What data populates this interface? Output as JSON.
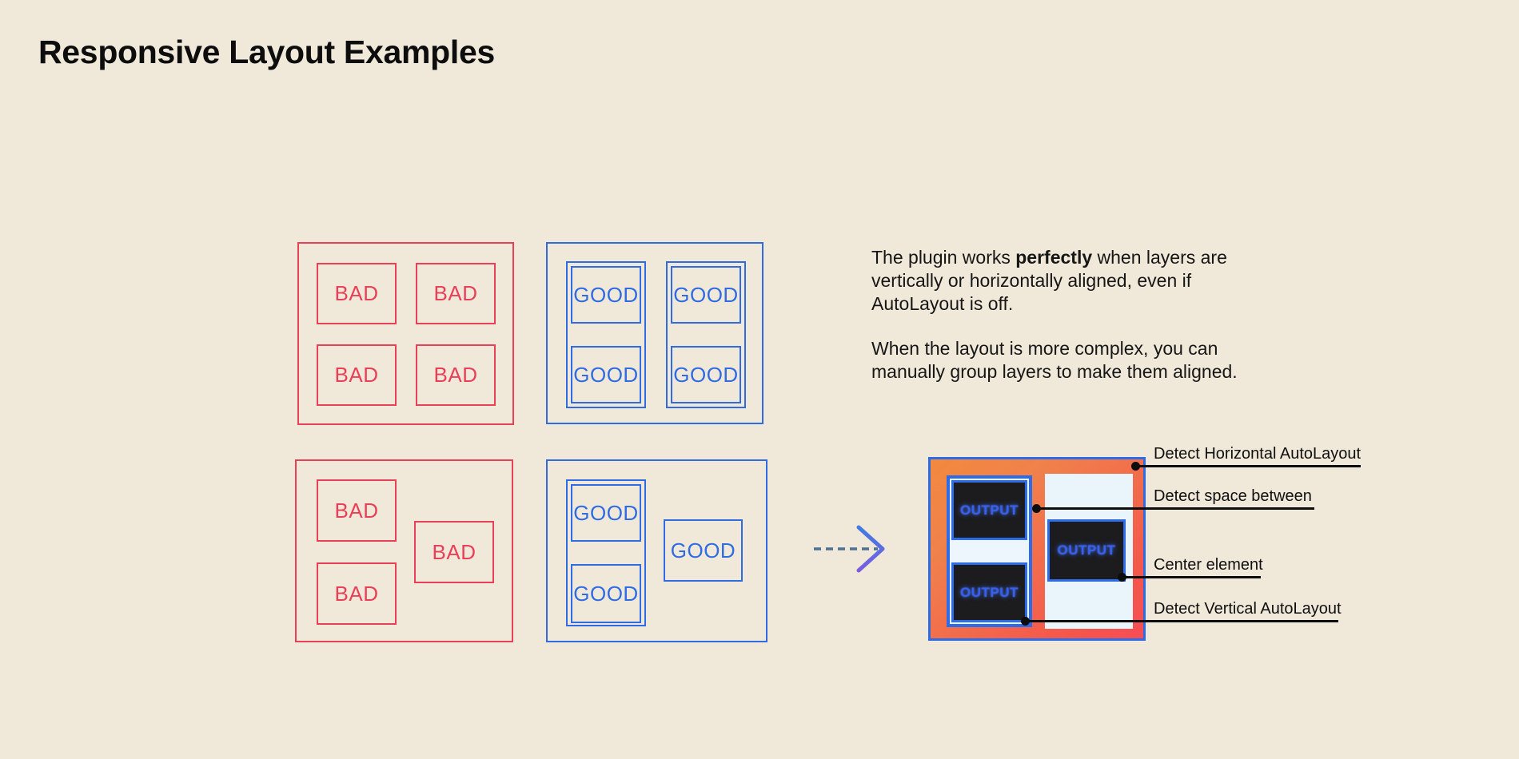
{
  "title": "Responsive Layout Examples",
  "description": {
    "p1_pre": "The plugin works ",
    "p1_bold": "perfectly",
    "p1_post": " when layers are vertically or horizontally aligned, even if AutoLayout is off.",
    "p2": "When the layout is more complex, you can manually group layers to make them aligned."
  },
  "examples": {
    "bad_top": {
      "items": [
        "BAD",
        "BAD",
        "BAD",
        "BAD"
      ]
    },
    "good_top": {
      "items": [
        "GOOD",
        "GOOD",
        "GOOD",
        "GOOD"
      ]
    },
    "bad_bottom": {
      "items": [
        "BAD",
        "BAD",
        "BAD"
      ]
    },
    "good_bottom": {
      "items": [
        "GOOD",
        "GOOD",
        "GOOD"
      ]
    }
  },
  "output_panel": {
    "outputs": [
      "OUTPUT",
      "OUTPUT",
      "OUTPUT"
    ]
  },
  "annotations": [
    {
      "label": "Detect Horizontal AutoLayout"
    },
    {
      "label": "Detect space between"
    },
    {
      "label": "Center element"
    },
    {
      "label": "Detect Vertical AutoLayout"
    }
  ],
  "colors": {
    "background": "#F0E9DA",
    "bad_red": "#E94057",
    "good_blue": "#2F6BE3",
    "panel_orange": "#F0814B",
    "panel_red": "#F4564C",
    "panel_border_blue": "#2E6BE6",
    "output_dark": "#1C1C1E",
    "output_text_blue": "#3A5FE8",
    "pale_blue": "#EAF4FB",
    "annotation_black": "#0D0D0D"
  }
}
